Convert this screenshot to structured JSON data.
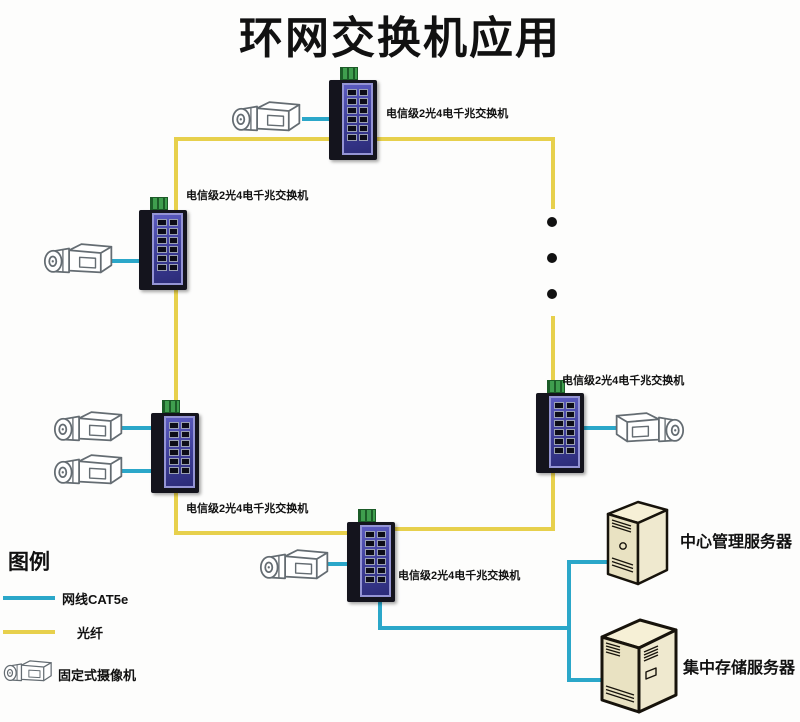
{
  "title": "环网交换机应用",
  "switches": [
    {
      "id": "top",
      "label": "电信级2光4电千兆交换机"
    },
    {
      "id": "left",
      "label": "电信级2光4电千兆交换机"
    },
    {
      "id": "bottom-left",
      "label": "电信级2光4电千兆交换机"
    },
    {
      "id": "bottom-middle",
      "label": "电信级2光4电千兆交换机"
    },
    {
      "id": "right",
      "label": "电信级2光4电千兆交换机"
    }
  ],
  "servers": [
    {
      "label": "中心管理服务器"
    },
    {
      "label": "集中存储服务器"
    }
  ],
  "legend": {
    "title": "图例",
    "items": [
      {
        "icon": "cat5e-line",
        "label": "网线CAT5e",
        "color": "#2ba7c9"
      },
      {
        "icon": "fiber-line",
        "label": "光纤",
        "color": "#e7d04c"
      },
      {
        "icon": "camera-icon",
        "label": "固定式摄像机"
      }
    ]
  },
  "colors": {
    "fiber": "#e7d04c",
    "cat5e": "#2ba7c9",
    "switch_panel": "#3c3c96",
    "server_beige": "#e9e2c2"
  },
  "icons": {
    "camera": "camera-icon",
    "switch": "network-switch-icon",
    "server": "server-tower-icon",
    "ellipsis": "continuation-dots"
  }
}
